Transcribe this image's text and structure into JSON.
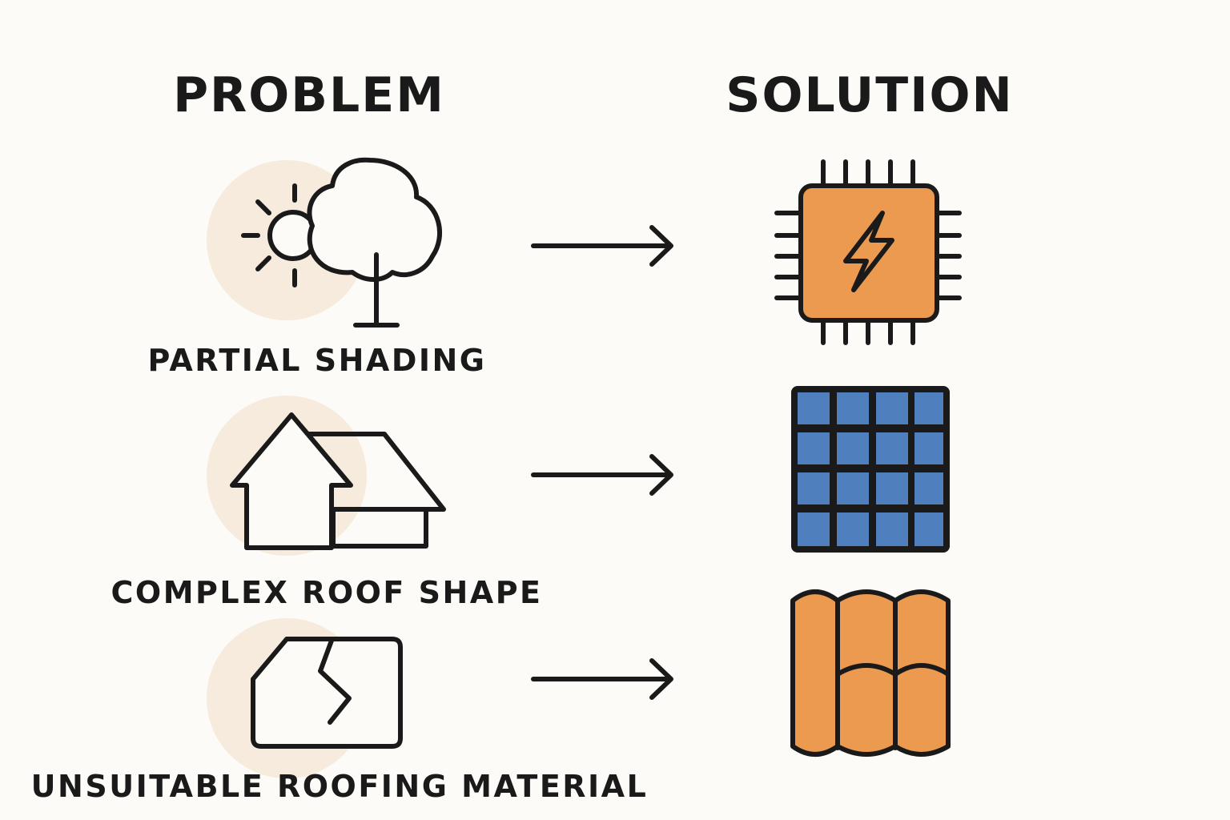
{
  "headings": {
    "problem": "PROBLEM",
    "solution": "SOLUTION"
  },
  "rows": [
    {
      "problem_label": "PARTIAL SHADING",
      "problem_icon": "sun-tree-icon",
      "solution_icon": "microinverter-chip-icon"
    },
    {
      "problem_label": "COMPLEX ROOF SHAPE",
      "problem_icon": "house-roof-icon",
      "solution_icon": "solar-panel-icon"
    },
    {
      "problem_label": "UNSUITABLE ROOFING MATERIAL",
      "problem_icon": "cracked-tile-icon",
      "solution_icon": "roof-tiles-icon"
    }
  ],
  "colors": {
    "background": "#fcfbf7",
    "circle": "#f6ebdd",
    "stroke": "#1a1a1a",
    "orange": "#eb9a4f",
    "panel_blue": "#4f7fbd"
  }
}
